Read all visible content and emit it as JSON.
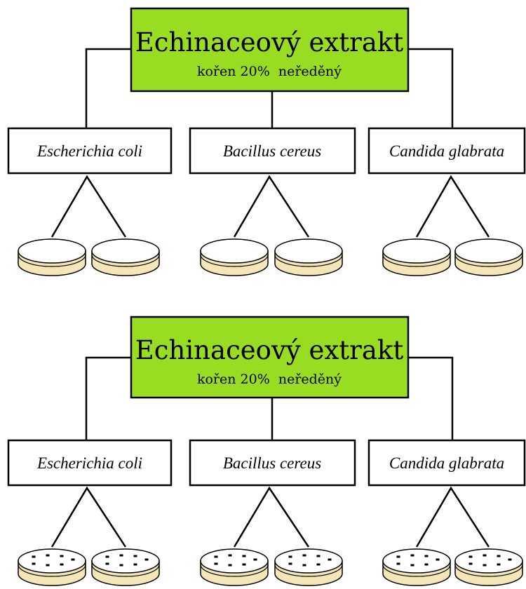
{
  "diagrams": [
    {
      "root": {
        "title": "Echinaceový extrakt",
        "subtitle": "kořen 20%  neředěný"
      },
      "organisms": [
        {
          "name": "Escherichia coli"
        },
        {
          "name": "Bacillus cereus"
        },
        {
          "name": "Candida glabrata"
        }
      ],
      "dishes_per_organism": 2,
      "dish_state": "plain"
    },
    {
      "root": {
        "title": "Echinaceový extrakt",
        "subtitle": "kořen 20%  neředěný"
      },
      "organisms": [
        {
          "name": "Escherichia coli"
        },
        {
          "name": "Bacillus cereus"
        },
        {
          "name": "Candida glabrata"
        }
      ],
      "dishes_per_organism": 2,
      "dish_state": "with-wells"
    }
  ],
  "colors": {
    "root_fill": "#99dd22",
    "agar": "#f5e6b8"
  }
}
